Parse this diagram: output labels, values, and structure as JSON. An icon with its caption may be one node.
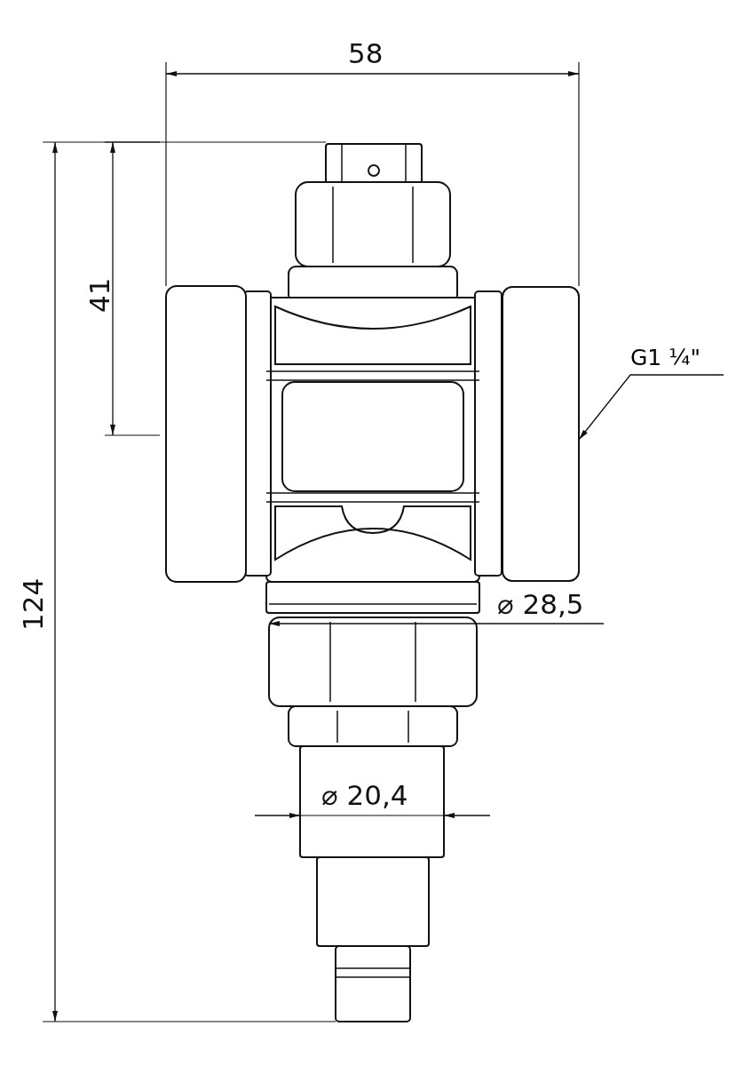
{
  "diagram": {
    "nodes": [
      {
        "text": [
          "G1 ¼\""
        ]
      },
      {
        "text": [],
        "shape": "box"
      }
    ],
    "edges": [
      {
        "from": 0,
        "to": 1,
        "arrow": "to"
      }
    ],
    "labels": [
      "58",
      "41",
      "124",
      "⌀ 28,5",
      "⌀ 20,4"
    ]
  }
}
